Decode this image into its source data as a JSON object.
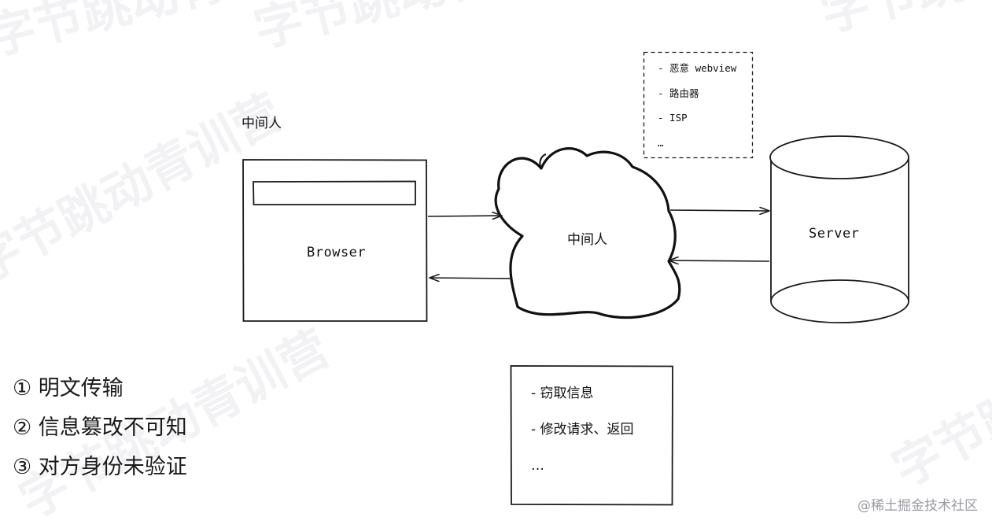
{
  "diagram": {
    "attacker_label": "中间人",
    "browser_label": "Browser",
    "cloud_label": "中间人",
    "server_label": "Server",
    "attacker_examples": [
      "- 恶意 webview",
      "- 路由器",
      "- ISP",
      "…"
    ],
    "attacker_capabilities": [
      "-  窃取信息",
      "-  修改请求、返回",
      "…"
    ]
  },
  "risks": [
    "① 明文传输",
    "② 信息篡改不可知",
    "③ 对方身份未验证"
  ],
  "watermark": {
    "text": "字节跳动青训营"
  },
  "credit": "@稀土掘金技术社区"
}
